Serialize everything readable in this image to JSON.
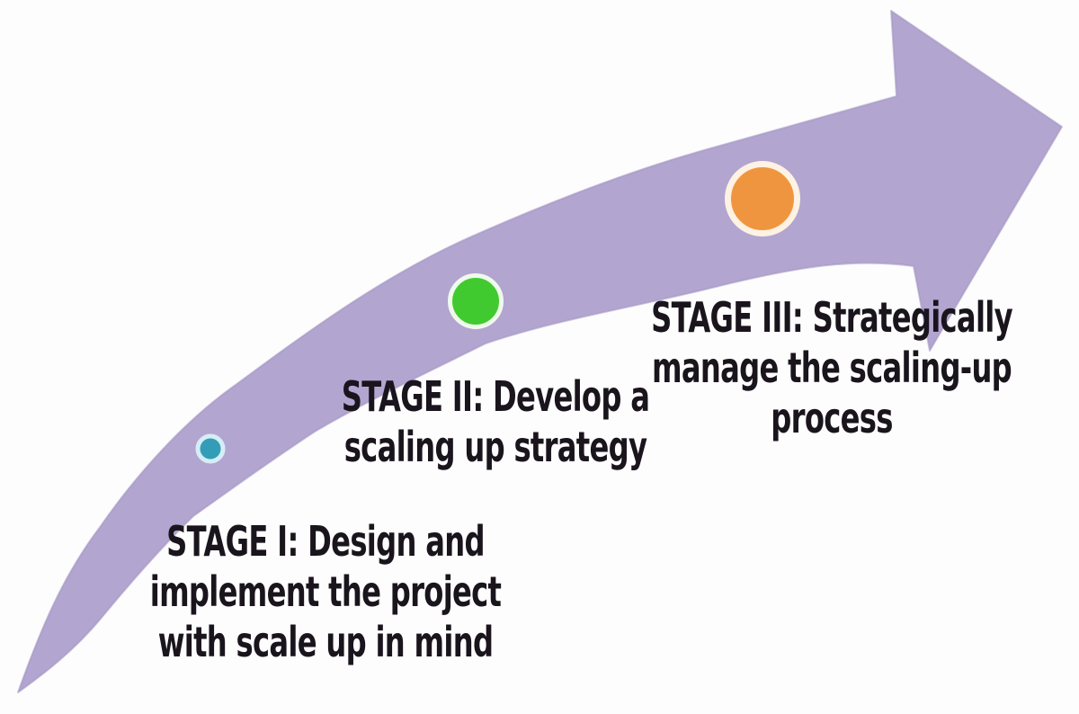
{
  "canvas": {
    "background": "#fdfdfd"
  },
  "arrow": {
    "description": "large curved swoosh arrow rising from bottom-left to top-right",
    "fill": "#b2a5cf",
    "edge": "#a294c2"
  },
  "text_color": "#1a141d",
  "stages": [
    {
      "name": "stage-1",
      "label_lines": [
        "STAGE I: Design and",
        "implement the project",
        "with scale up in mind"
      ],
      "dot": {
        "color": "#339db8",
        "ring": "#d6edf6"
      }
    },
    {
      "name": "stage-2",
      "label_lines": [
        "STAGE II: Develop a",
        "scaling up strategy"
      ],
      "dot": {
        "color": "#40ca2f",
        "ring": "#effaec"
      }
    },
    {
      "name": "stage-3",
      "label_lines": [
        "STAGE III: Strategically",
        "manage the scaling-up",
        "process"
      ],
      "dot": {
        "color": "#f0953f",
        "ring": "#fdf2e3"
      }
    }
  ]
}
